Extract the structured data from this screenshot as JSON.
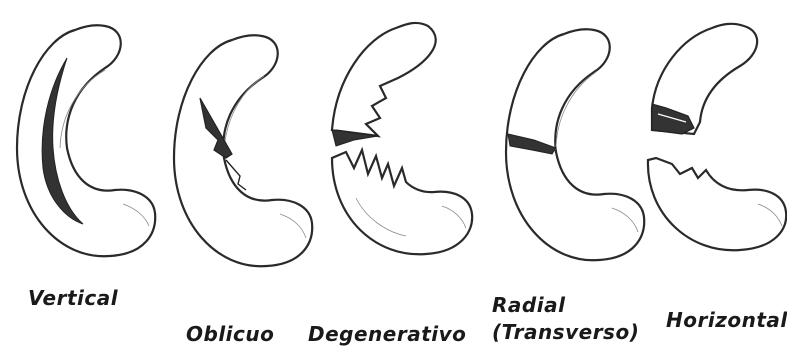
{
  "labels": {
    "vertical": "Vertical",
    "oblicuo": "Oblicuo",
    "degenerativo": "Degenerativo",
    "radial_line1": "Radial",
    "radial_line2": "(Transverso)",
    "horizontal": "Horizontal"
  },
  "colors": {
    "outline": "#2a2a2a",
    "tear": "#333333",
    "shade": "#8a8a8a",
    "background": "#ffffff"
  }
}
